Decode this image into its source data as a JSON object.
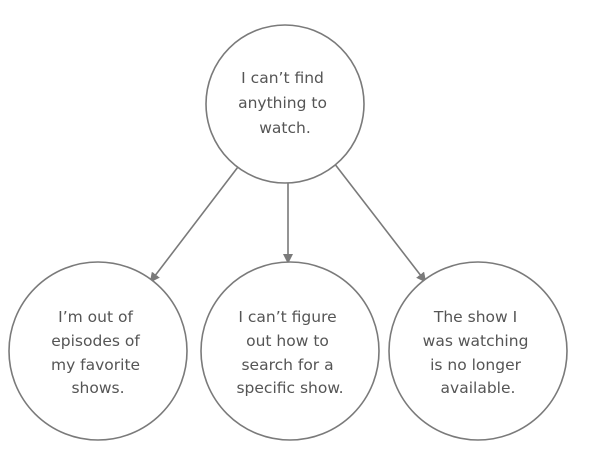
{
  "diagram": {
    "stroke_color": "#7a7a7a",
    "text_color": "#555555",
    "background": "#ffffff",
    "root": {
      "lines": [
        "I can’t find",
        "anything to",
        "watch."
      ]
    },
    "children": [
      {
        "lines": [
          "I’m out of",
          "episodes of",
          "my favorite",
          "shows."
        ]
      },
      {
        "lines": [
          "I can’t figure",
          "out how to",
          "search for a",
          "specific show."
        ]
      },
      {
        "lines": [
          "The show I",
          "was watching",
          "is no longer",
          "available."
        ]
      }
    ]
  }
}
